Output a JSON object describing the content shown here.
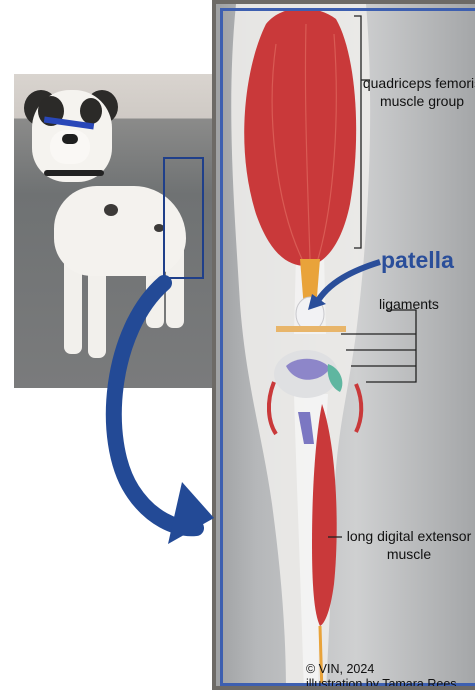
{
  "labels": {
    "quadriceps": "quadriceps femoris muscle group",
    "patella": "patella",
    "ligaments": "ligaments",
    "long_digital_extensor": "long digital extensor muscle"
  },
  "credit": {
    "line1": "© VIN, 2024",
    "line2": "illustration by Tamara Rees"
  },
  "colors": {
    "accent_blue": "#2a4e9a",
    "frame_blue": "#3d5fb0",
    "muscle_red": "#c9393a",
    "tendon_orange": "#e9a33a"
  }
}
